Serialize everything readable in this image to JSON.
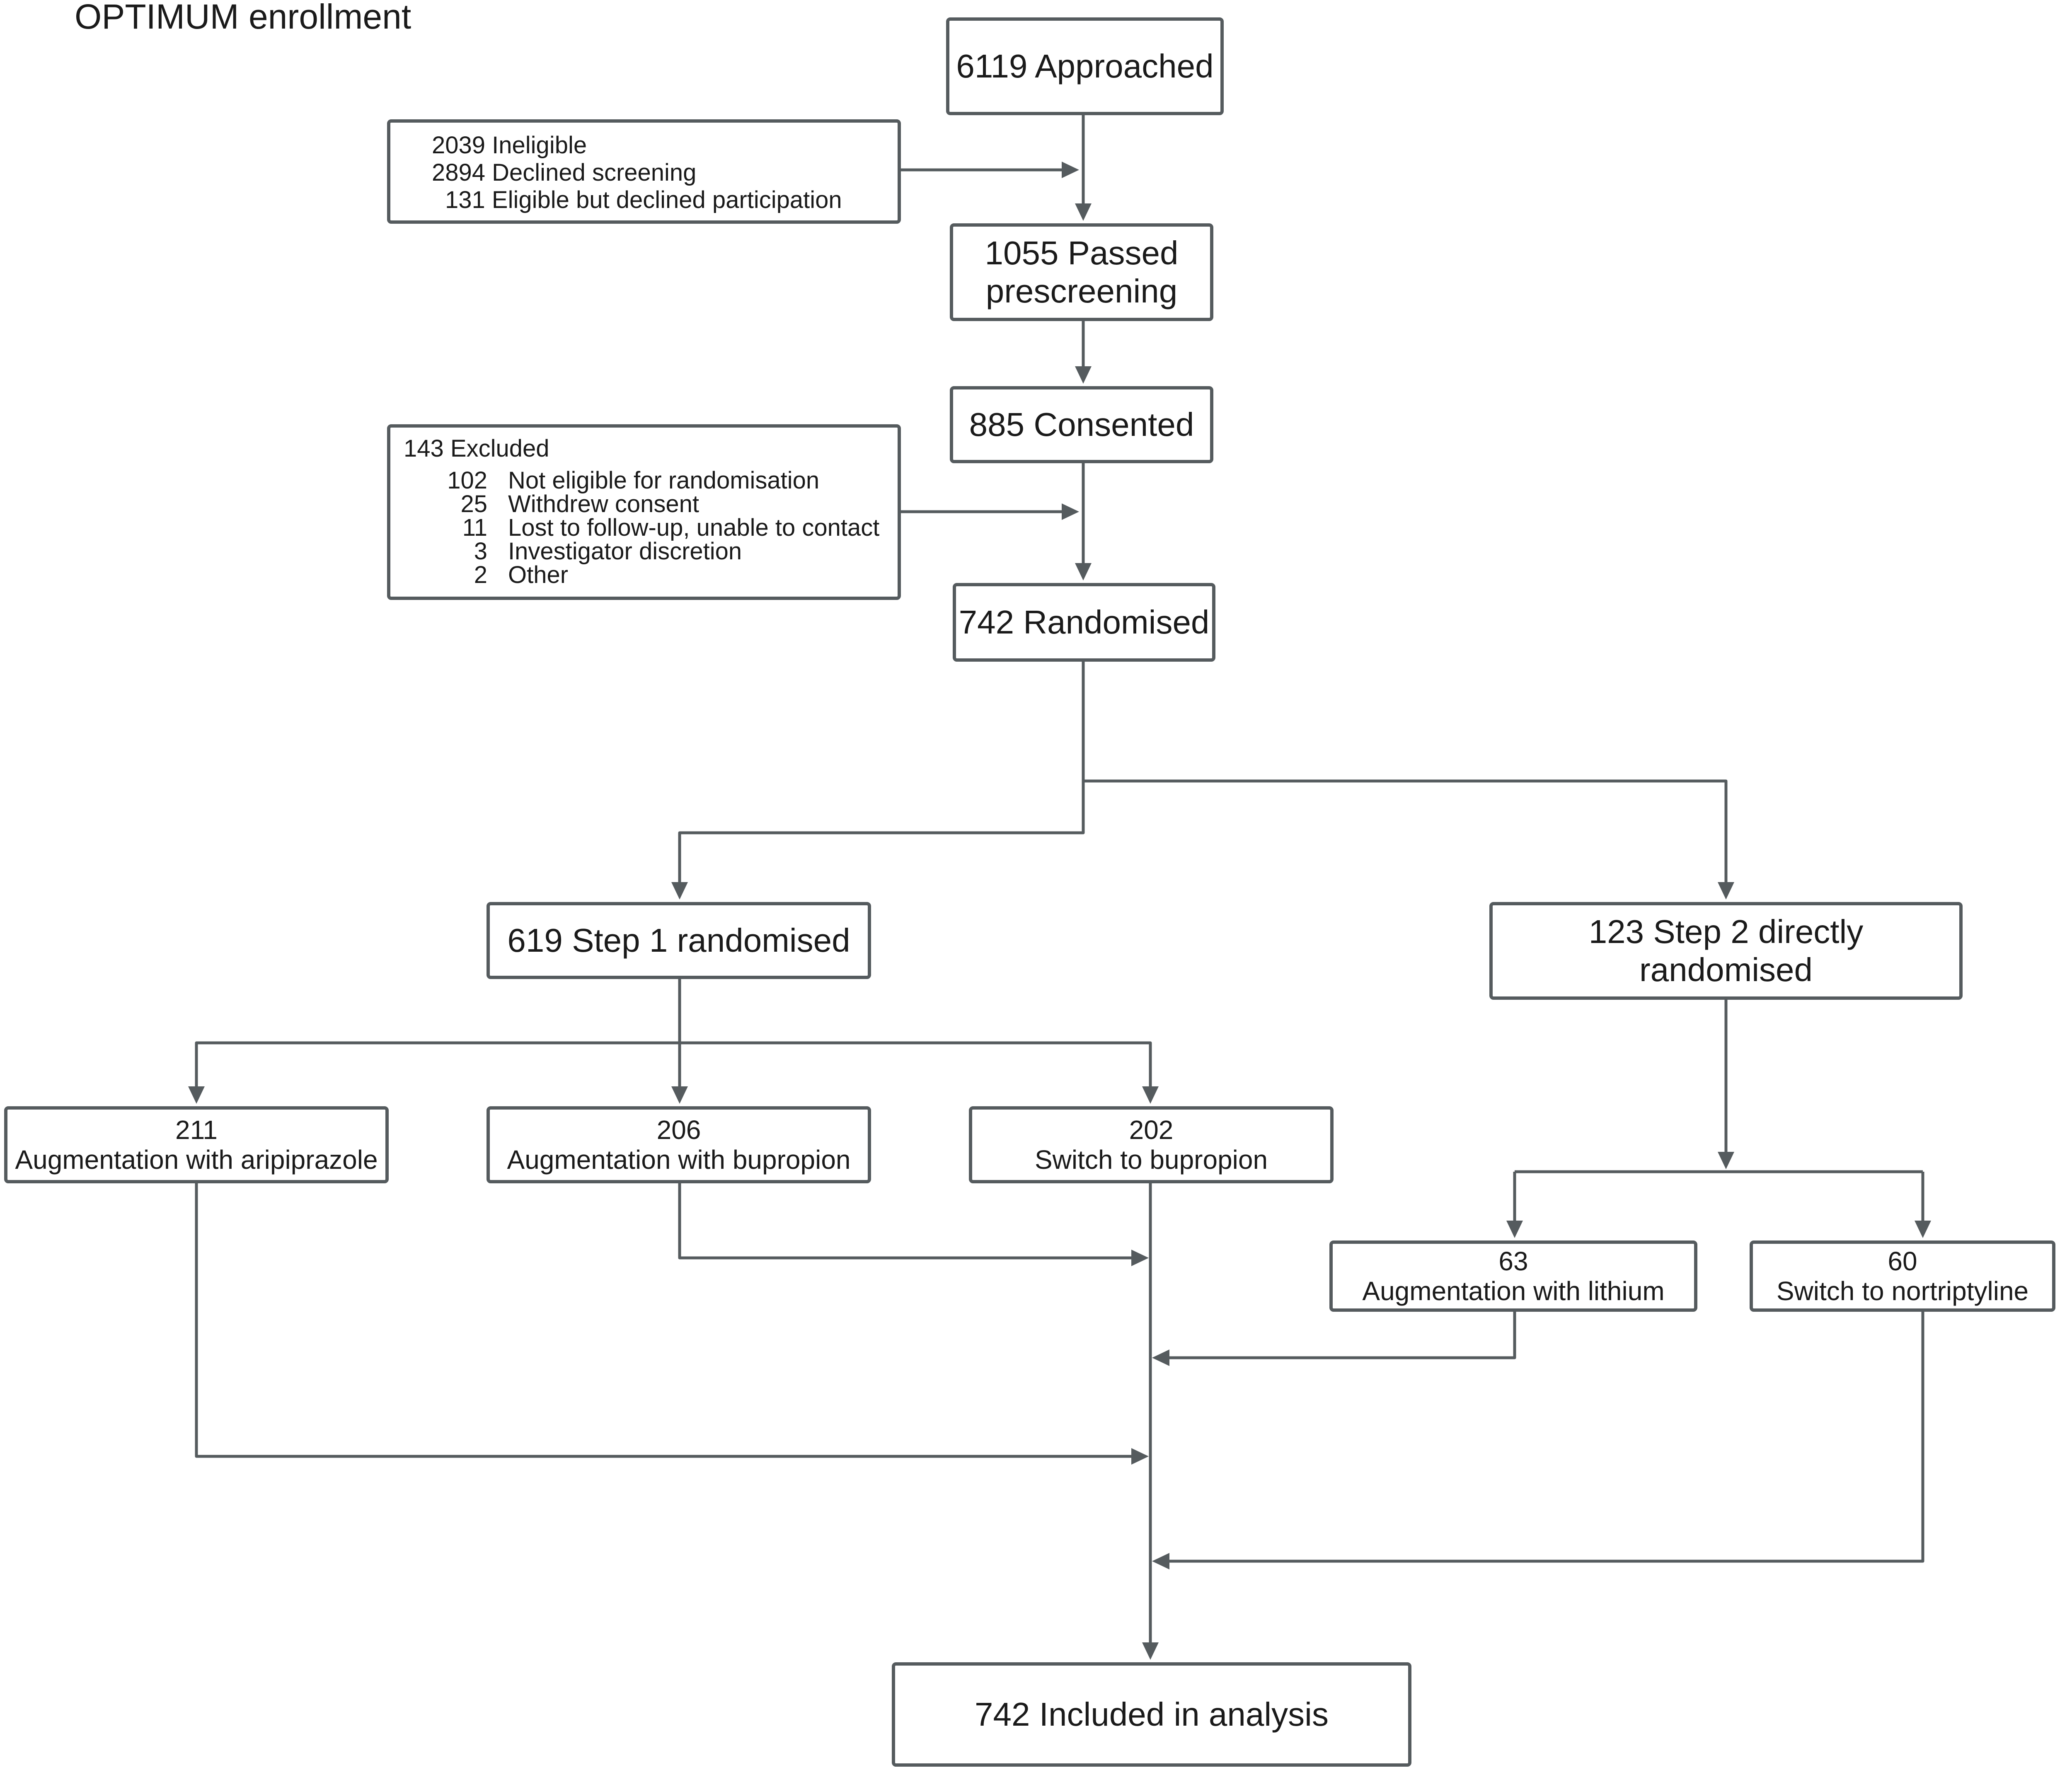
{
  "title": "OPTIMUM enrollment",
  "nodes": {
    "approached": [
      "6119 Approached"
    ],
    "passed_prescreening": [
      "1055 Passed",
      "prescreening"
    ],
    "consented": [
      "885 Consented"
    ],
    "randomised": [
      "742 Randomised"
    ],
    "step1": [
      "619 Step 1 randomised"
    ],
    "step2": [
      "123 Step 2 directly",
      "randomised"
    ],
    "aripiprazole": [
      "211",
      "Augmentation with aripiprazole"
    ],
    "aug_bupropion": [
      "206",
      "Augmentation with bupropion"
    ],
    "switch_bupropion": [
      "202",
      "Switch to bupropion"
    ],
    "lithium": [
      "63",
      "Augmentation with lithium"
    ],
    "nortriptyline": [
      "60",
      "Switch to nortriptyline"
    ],
    "included": [
      "742 Included in analysis"
    ]
  },
  "screening_exclusions": [
    {
      "count": "2039",
      "label": "Ineligible"
    },
    {
      "count": "2894",
      "label": "Declined screening"
    },
    {
      "count": "131",
      "label": "Eligible but declined participation"
    }
  ],
  "consent_exclusions": {
    "header": "143 Excluded",
    "items": [
      {
        "count": "102",
        "label": "Not eligible for randomisation"
      },
      {
        "count": "25",
        "label": "Withdrew consent"
      },
      {
        "count": "11",
        "label": "Lost to follow-up, unable to contact"
      },
      {
        "count": "3",
        "label": "Investigator discretion"
      },
      {
        "count": "2",
        "label": "Other"
      }
    ]
  },
  "colors": {
    "stroke": "#555b5e",
    "text": "#1a1a1a",
    "background": "#ffffff"
  }
}
